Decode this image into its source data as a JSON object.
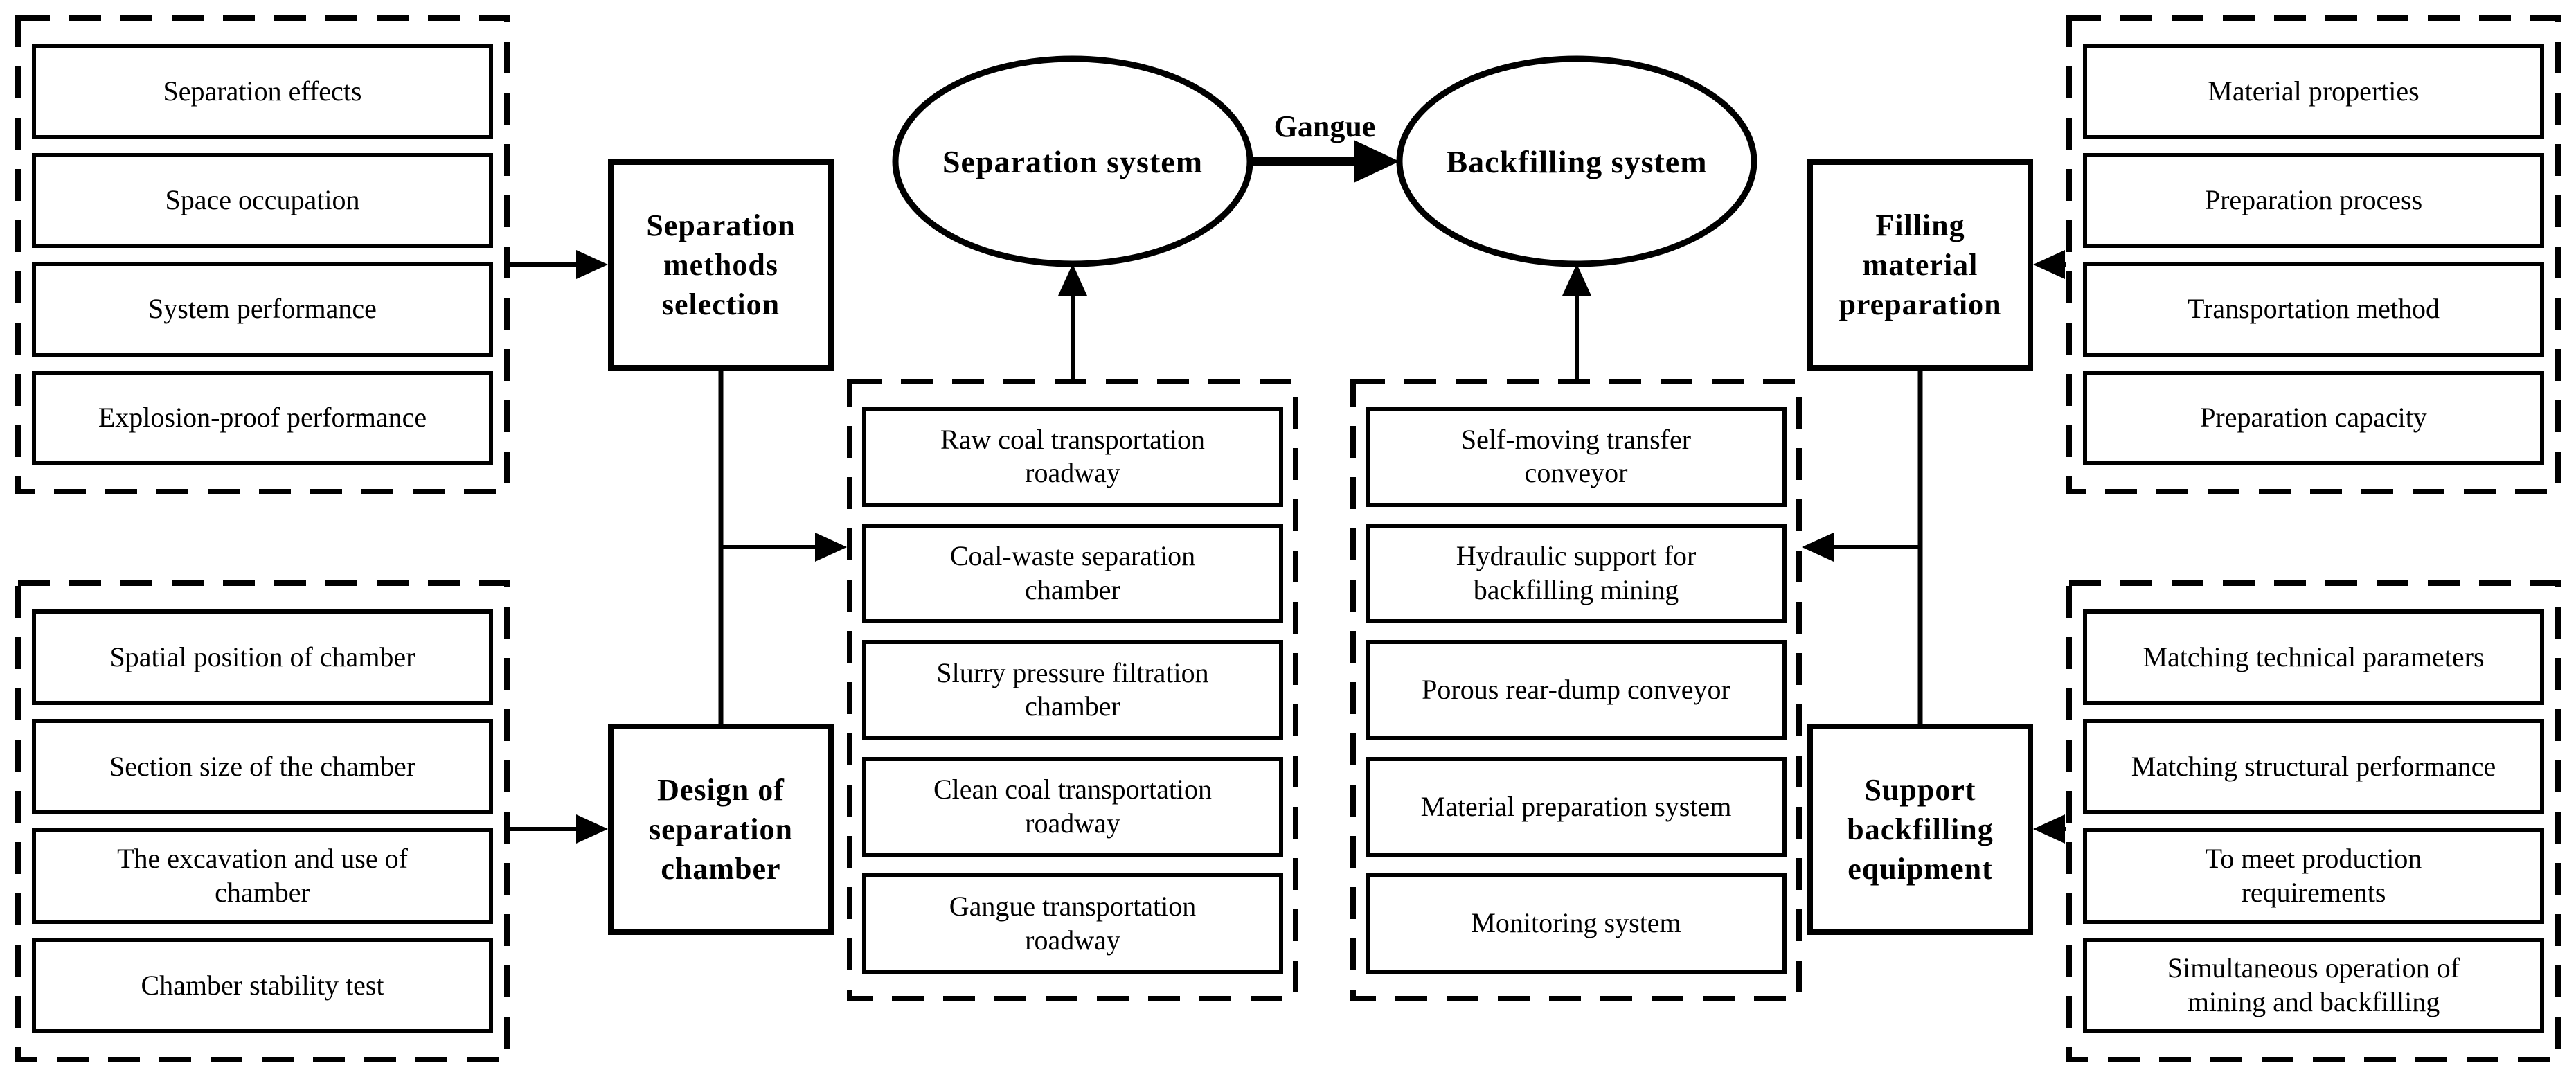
{
  "colors": {
    "ink": "#000000",
    "paper": "#ffffff"
  },
  "systems": {
    "separation_ellipse": "Separation system",
    "backfilling_ellipse": "Backfilling system",
    "flow_label": "Gangue"
  },
  "selection_criteria": {
    "items": [
      "Separation effects",
      "Space occupation",
      "System performance",
      "Explosion-proof performance"
    ]
  },
  "chamber_design_criteria": {
    "items": [
      "Spatial position of chamber",
      "Section size of the chamber",
      "The excavation and use of\nchamber",
      "Chamber stability test"
    ]
  },
  "separation_methods_selection": {
    "label": "Separation\nmethods\nselection"
  },
  "design_of_separation_chamber": {
    "label": "Design of\nseparation\nchamber"
  },
  "separation_system_components": {
    "items": [
      "Raw coal transportation\nroadway",
      "Coal-waste separation\nchamber",
      "Slurry pressure filtration\nchamber",
      "Clean coal transportation\nroadway",
      "Gangue transportation\nroadway"
    ]
  },
  "backfilling_system_components": {
    "items": [
      "Self-moving transfer\nconveyor",
      "Hydraulic support for\nbackfilling mining",
      "Porous rear-dump conveyor",
      "Material preparation system",
      "Monitoring system"
    ]
  },
  "filling_material_preparation": {
    "label": "Filling\nmaterial\npreparation"
  },
  "support_backfilling_equipment": {
    "label": "Support\nbackfilling\nequipment"
  },
  "preparation_criteria": {
    "items": [
      "Material properties",
      "Preparation process",
      "Transportation method",
      "Preparation capacity"
    ]
  },
  "equipment_criteria": {
    "items": [
      "Matching technical parameters",
      "Matching structural performance",
      "To meet production\nrequirements",
      "Simultaneous operation of\nmining and backfilling"
    ]
  }
}
